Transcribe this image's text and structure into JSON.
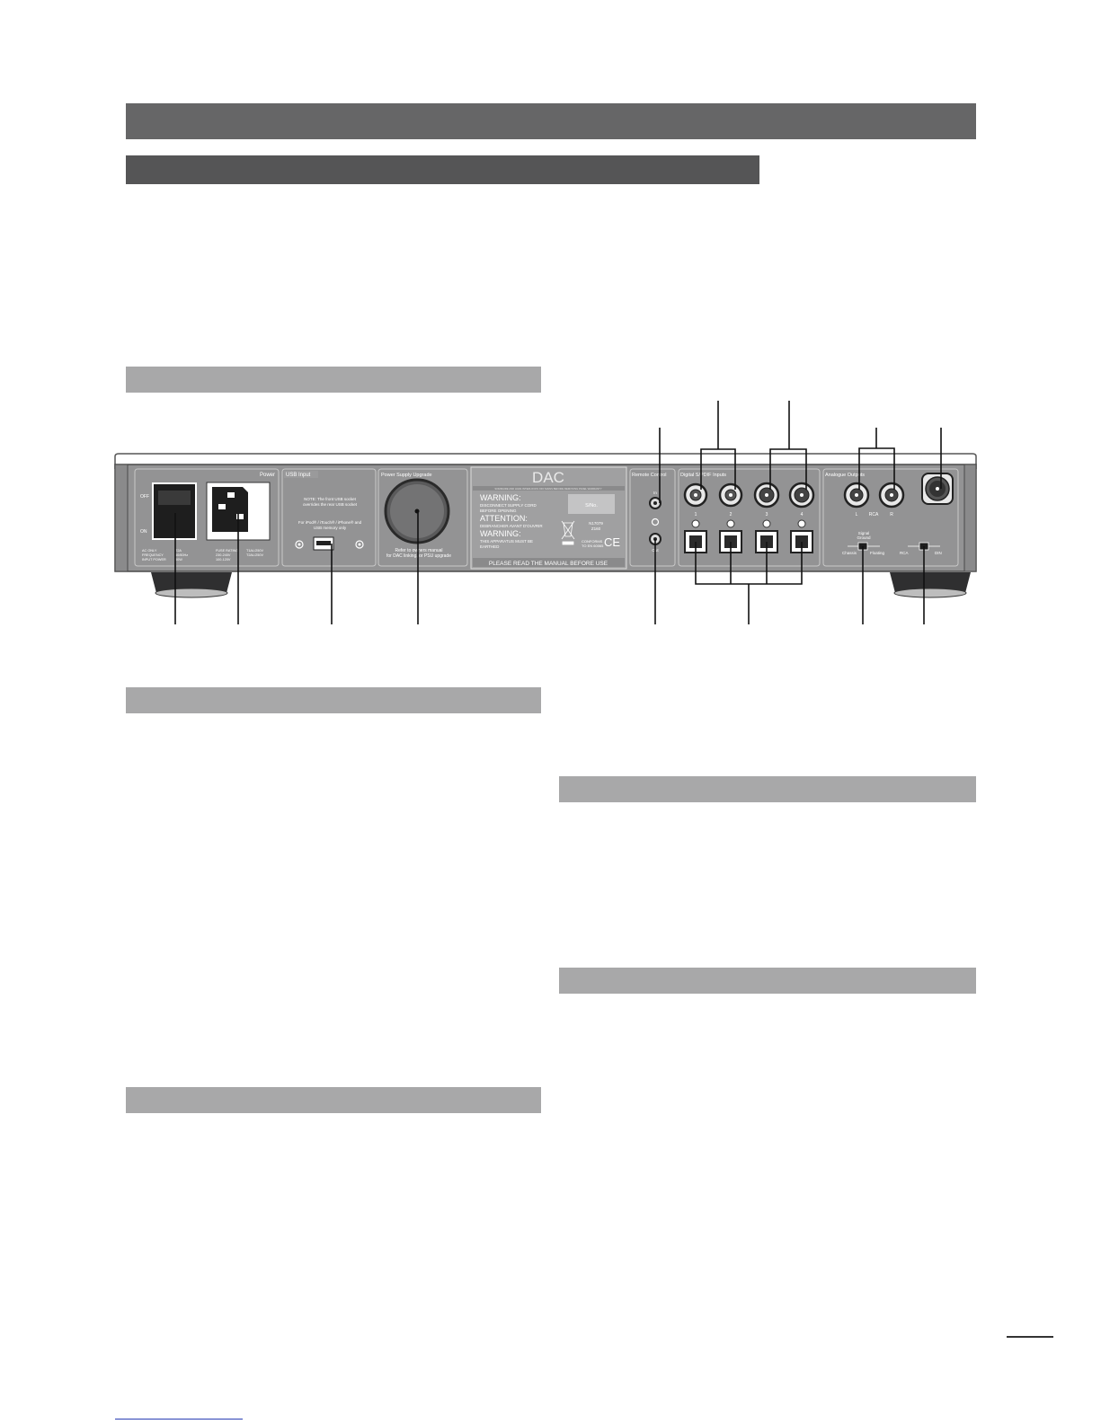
{
  "panel": {
    "power": {
      "title": "Power",
      "off": "OFF",
      "on": "ON",
      "rating_left": [
        "AC ONLY",
        "FREQUENCY",
        "INPUT POWER"
      ],
      "rating_mid": [
        "FUSE RATING",
        "230-240V",
        "100-120V"
      ],
      "rating_right": [
        "T2A",
        "50/60Hz",
        "50W"
      ],
      "rating_far": [
        "T1AL/250V",
        "T2AL/250V",
        ""
      ]
    },
    "usb": {
      "title": "USB Input",
      "note": [
        "NOTE: The front USB socket",
        "overrides the rear USB socket"
      ],
      "compat": [
        "For iPod® / iTouch® / iPhone® and",
        "USB memory only"
      ]
    },
    "psu": {
      "title": "Power Supply Upgrade",
      "note": [
        "Refer to owners manual",
        "for DAC linking, or PSU upgrade"
      ]
    },
    "label": {
      "brand": "DAC",
      "fine_print": "SOMMAIRE AND HAVE INTERLOCKS OFF MAINS BEFORE REMOVING PANEL WARRANTY",
      "warning1": "WARNING:",
      "warning1_text": [
        "DISCONNECT SUPPLY CORD",
        "BEFORE OPENING"
      ],
      "attention": "ATTENTION:",
      "attention_text": "DEBRANCHER AVANT D'OUVRIR",
      "warning2": "WARNING:",
      "warning2_text": [
        "THIS APPARATUS MUST BE",
        "EARTHED"
      ],
      "serial": "S/No.",
      "codes": [
        "N17079",
        "Z160"
      ],
      "conforms": [
        "CONFORMS",
        "TO EN 60065"
      ],
      "manual_notice": "PLEASE READ THE MANUAL BEFORE USE"
    },
    "remote": {
      "title": "Remote Control",
      "in": "In",
      "out": "Out"
    },
    "digital": {
      "title": "Digital S/PDIF Inputs",
      "numbers": [
        "1",
        "2",
        "3",
        "4"
      ]
    },
    "analogue": {
      "title": "Analogue Outputs",
      "l": "L",
      "rca": "RCA",
      "r": "R",
      "signal_ground": [
        "Signal",
        "Ground"
      ],
      "chassis": "Chassis",
      "floating": "Floating",
      "sw_rca": "RCA",
      "sw_din": "DIN"
    }
  }
}
